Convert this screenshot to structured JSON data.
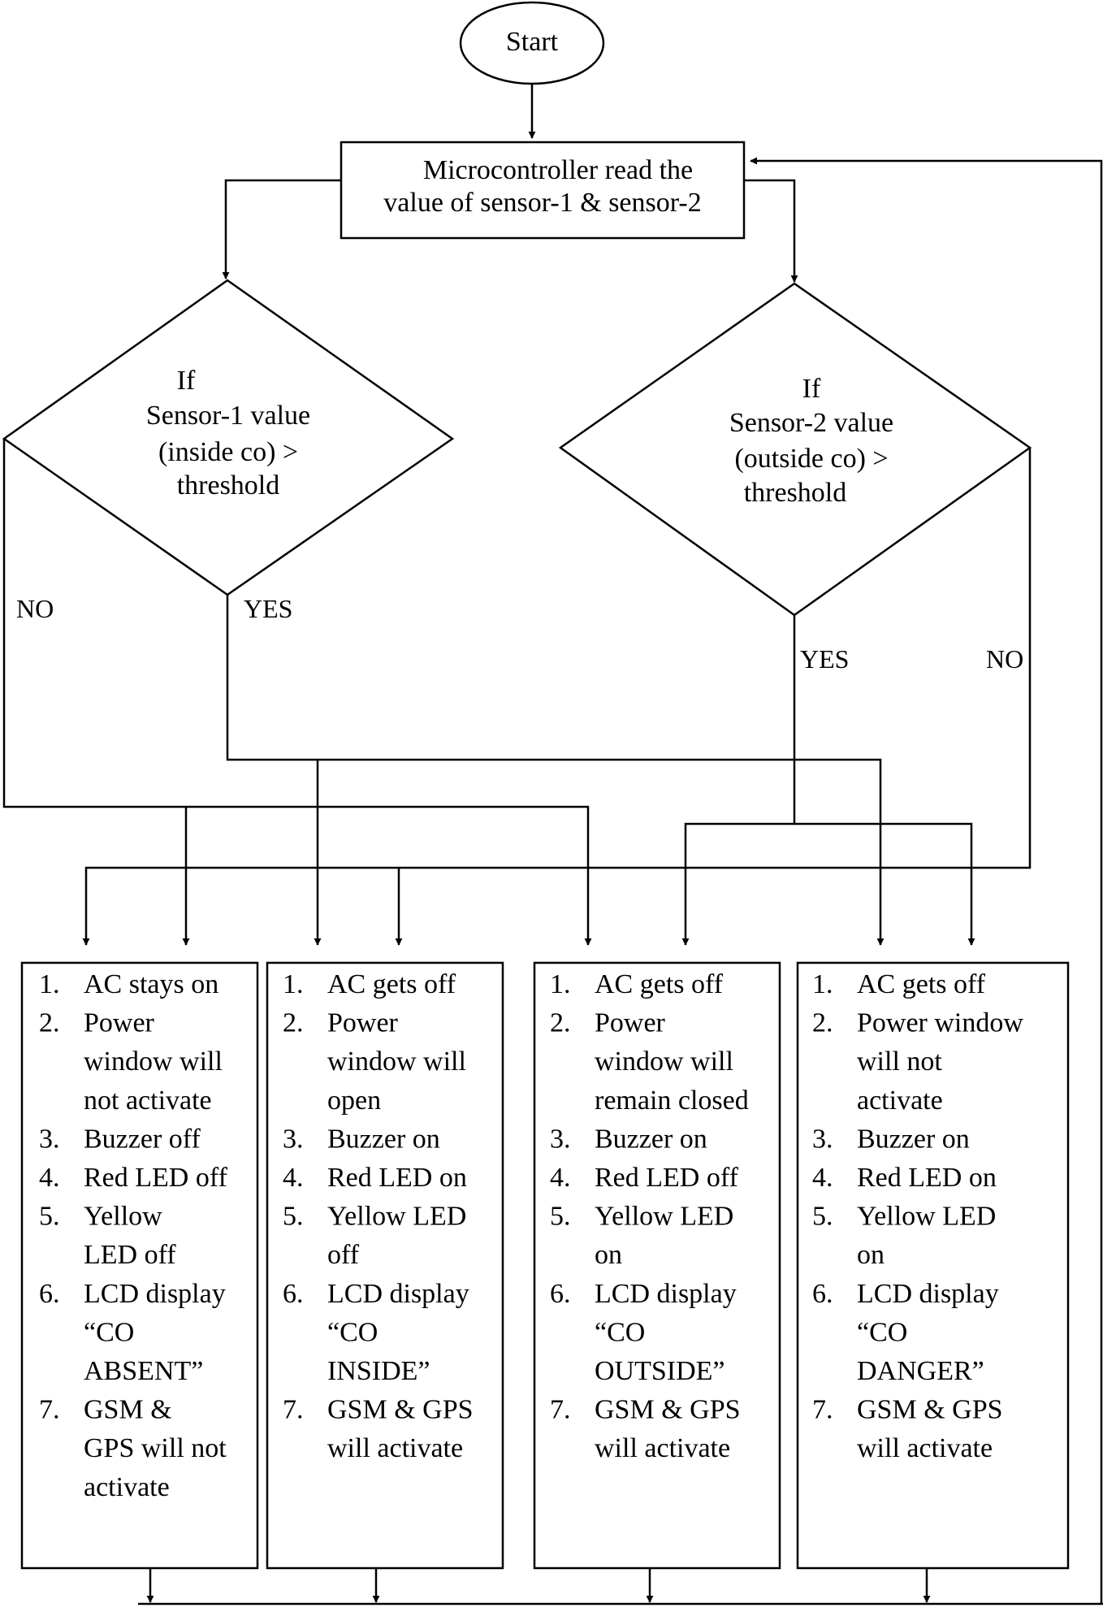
{
  "start": {
    "label": "Start"
  },
  "process": {
    "line1": "Microcontroller read the",
    "line2": "value of sensor-1 & sensor-2"
  },
  "decision1": {
    "lines": [
      "If",
      "Sensor-1 value",
      "(inside co) >",
      "threshold"
    ]
  },
  "decision2": {
    "lines": [
      "If",
      "Sensor-2 value",
      "(outside co) >",
      "threshold"
    ]
  },
  "branch_labels": {
    "d1_no": "NO",
    "d1_yes": "YES",
    "d2_yes": "YES",
    "d2_no": "NO"
  },
  "outcomes": [
    {
      "items": [
        {
          "num": "1.",
          "lines": [
            "AC stays on"
          ]
        },
        {
          "num": "2.",
          "lines": [
            "Power",
            "window will",
            "not activate"
          ]
        },
        {
          "num": "3.",
          "lines": [
            "Buzzer off"
          ]
        },
        {
          "num": "4.",
          "lines": [
            "Red LED off"
          ]
        },
        {
          "num": "5.",
          "lines": [
            "Yellow",
            "LED off"
          ]
        },
        {
          "num": "6.",
          "lines": [
            "LCD display",
            "“CO",
            "ABSENT”"
          ]
        },
        {
          "num": "7.",
          "lines": [
            "GSM &",
            "GPS will not",
            "activate"
          ]
        }
      ]
    },
    {
      "items": [
        {
          "num": "1.",
          "lines": [
            "AC gets off"
          ]
        },
        {
          "num": "2.",
          "lines": [
            "Power",
            "window will",
            "open"
          ]
        },
        {
          "num": "3.",
          "lines": [
            "Buzzer on"
          ]
        },
        {
          "num": "4.",
          "lines": [
            "Red LED on"
          ]
        },
        {
          "num": "5.",
          "lines": [
            "Yellow LED",
            "off"
          ]
        },
        {
          "num": "6.",
          "lines": [
            "LCD display",
            "“CO",
            "INSIDE”"
          ]
        },
        {
          "num": "7.",
          "lines": [
            "GSM & GPS",
            "will  activate"
          ]
        }
      ]
    },
    {
      "items": [
        {
          "num": "1.",
          "lines": [
            "AC gets off"
          ]
        },
        {
          "num": "2.",
          "lines": [
            "Power",
            "window will",
            "remain closed"
          ]
        },
        {
          "num": "3.",
          "lines": [
            "Buzzer on"
          ]
        },
        {
          "num": "4.",
          "lines": [
            "Red LED off"
          ]
        },
        {
          "num": "5.",
          "lines": [
            "Yellow  LED",
            "on"
          ]
        },
        {
          "num": "6.",
          "lines": [
            "LCD display",
            "“CO",
            "OUTSIDE”"
          ]
        },
        {
          "num": "7.",
          "lines": [
            "GSM & GPS",
            "will activate"
          ]
        }
      ]
    },
    {
      "items": [
        {
          "num": "1.",
          "lines": [
            "AC gets off"
          ]
        },
        {
          "num": "2.",
          "lines": [
            "Power window",
            "will  not",
            "activate"
          ]
        },
        {
          "num": "3.",
          "lines": [
            "Buzzer on"
          ]
        },
        {
          "num": "4.",
          "lines": [
            "Red LED on"
          ]
        },
        {
          "num": "5.",
          "lines": [
            "Yellow  LED",
            "on"
          ]
        },
        {
          "num": "6.",
          "lines": [
            "LCD display",
            "“CO",
            "DANGER”"
          ]
        },
        {
          "num": "7.",
          "lines": [
            "GSM & GPS",
            "will  activate"
          ]
        }
      ]
    }
  ]
}
